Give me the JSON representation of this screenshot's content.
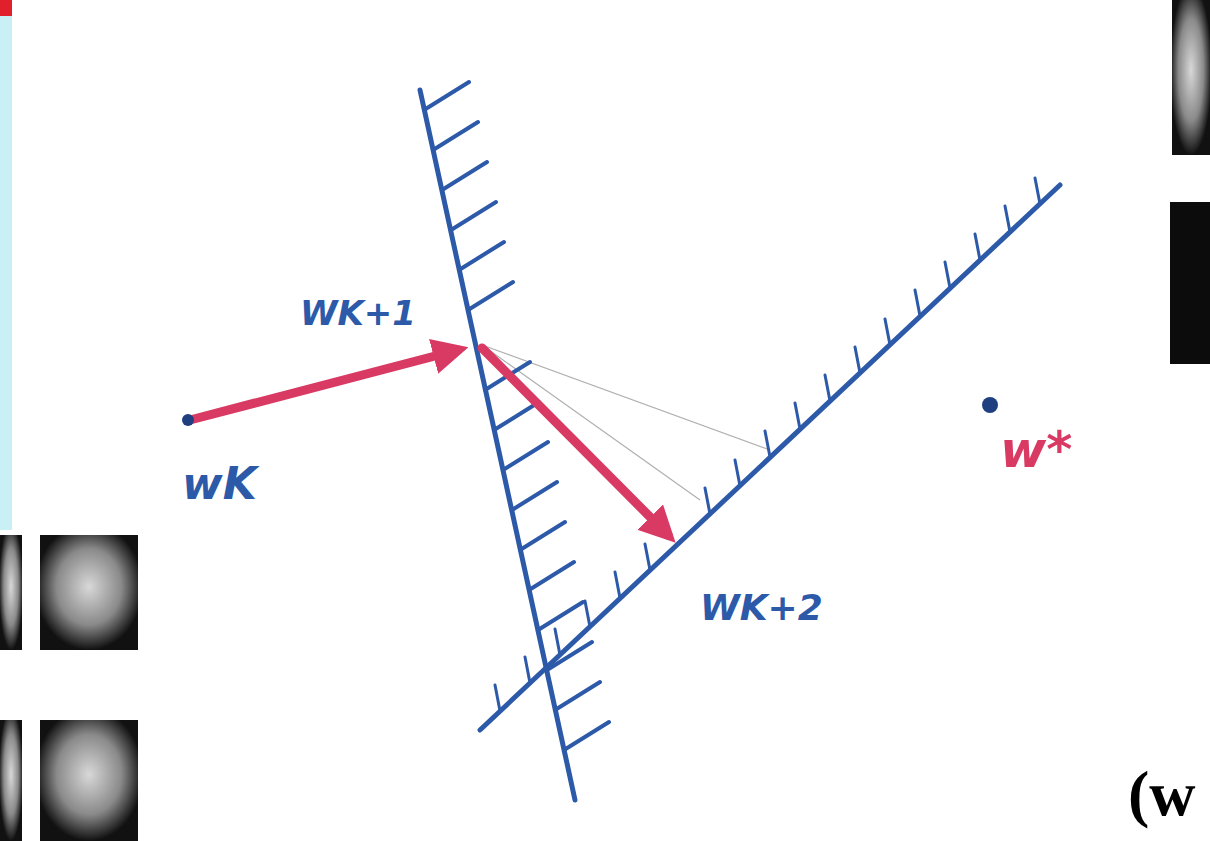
{
  "diagram": {
    "labels": [
      "wK",
      "WK+1",
      "WK+2",
      "w*",
      "(w"
    ]
  }
}
